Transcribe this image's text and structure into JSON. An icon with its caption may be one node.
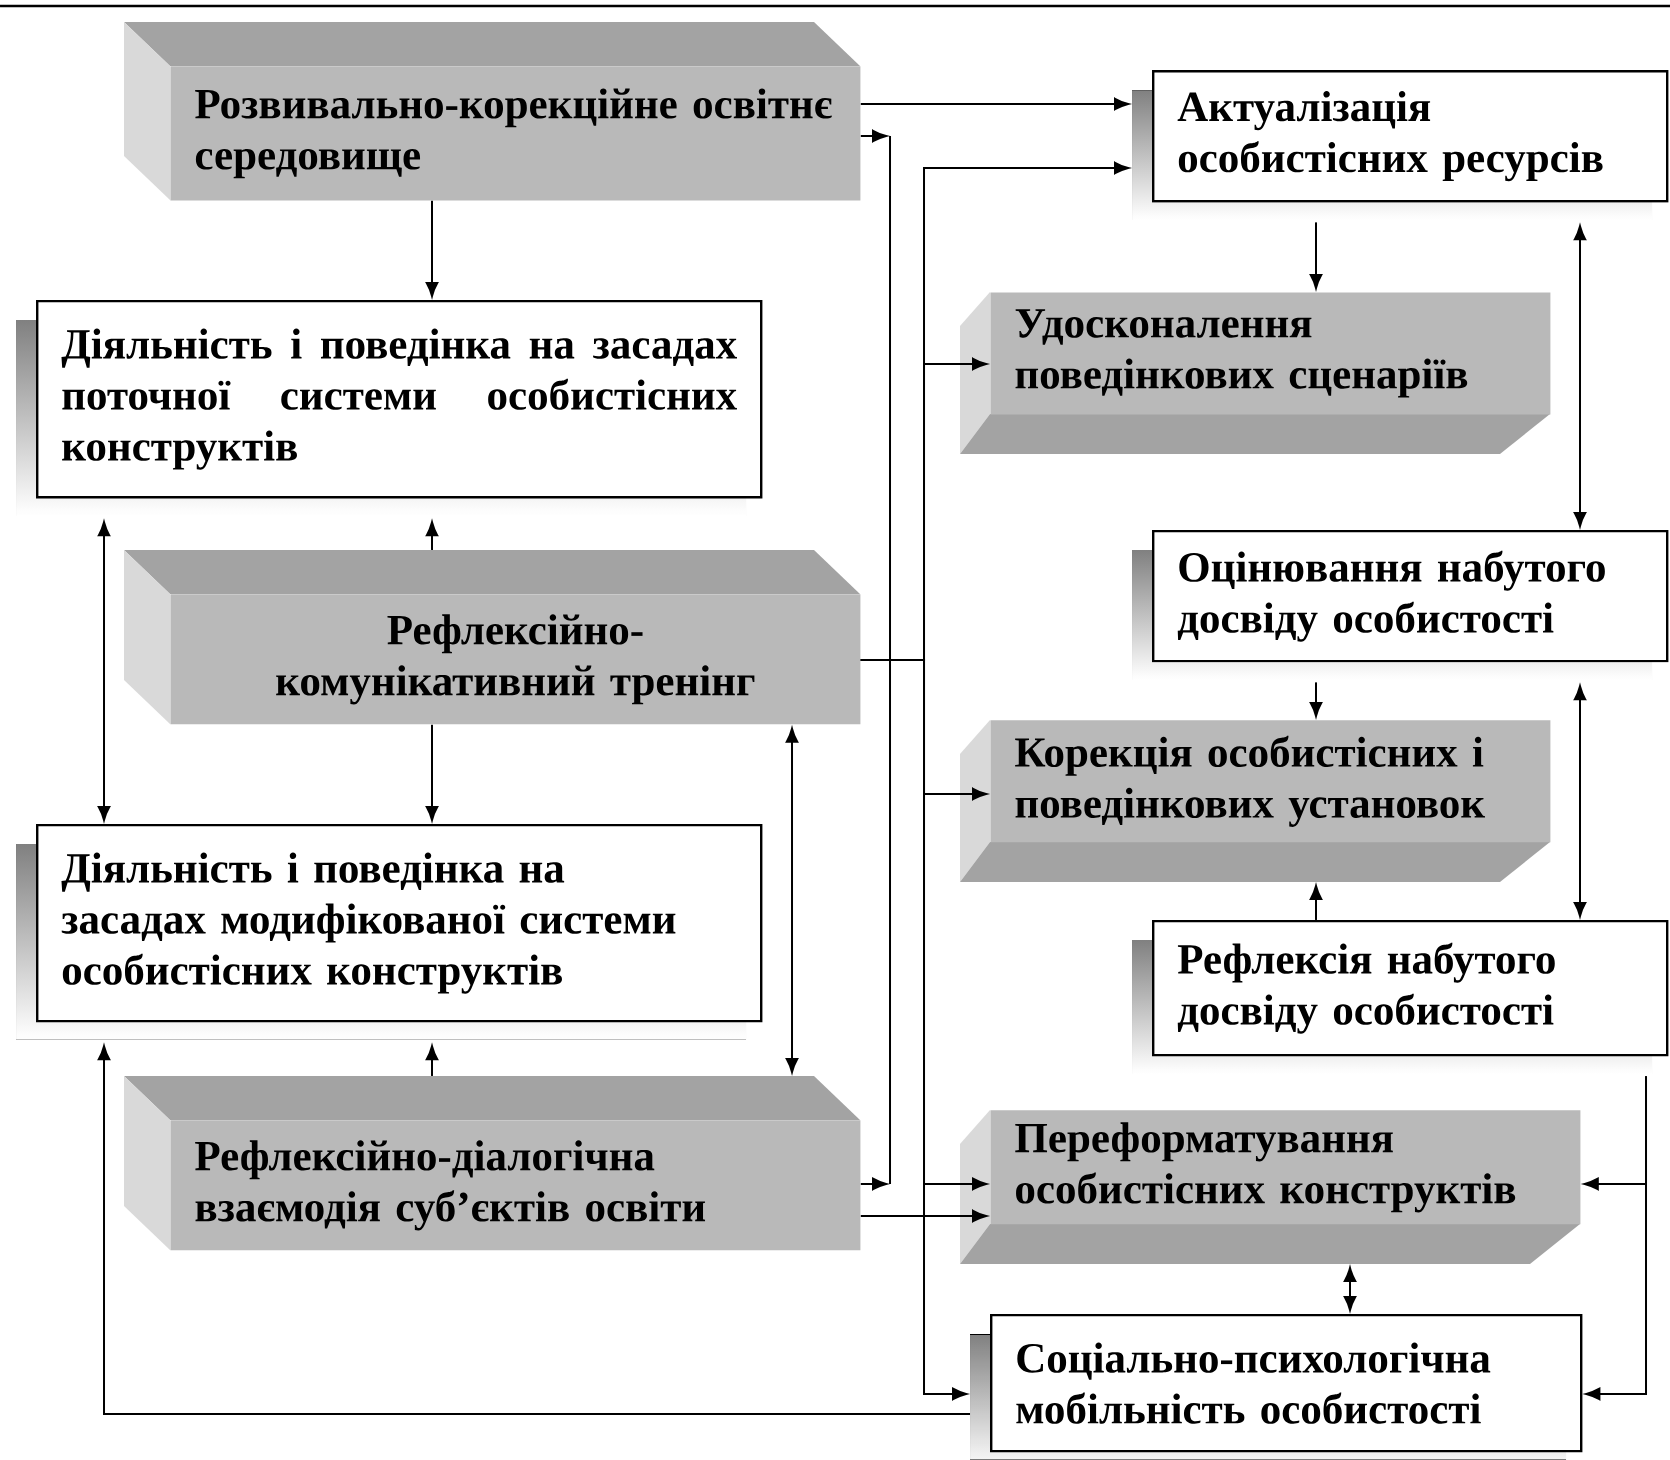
{
  "diagram": {
    "nodes": [
      {
        "text": [
          "Розвивально-корекційне освітнє середовище"
        ]
      },
      {
        "text": [
          "Актуалізація особистісних ресурсів"
        ]
      },
      {
        "text": [
          "Діяльність і поведінка на засадах поточної системи особистісних конструктів"
        ]
      },
      {
        "text": [
          "Удосконалення поведінкових сценаріїв"
        ]
      },
      {
        "text": [
          "Рефлексійно-комунікативний тренінг"
        ]
      },
      {
        "text": [
          "Оцінювання набутого досвіду особистості"
        ]
      },
      {
        "text": [
          "Корекція особистісних і поведінкових установок"
        ]
      },
      {
        "text": [
          "Діяльність і поведінка на засадах модифікованої системи особистісних конструктів"
        ]
      },
      {
        "text": [
          "Рефлексійно-діалогічна взаємодія суб’єктів освіти"
        ]
      },
      {
        "text": [
          "Рефлексія набутого досвіду особистості"
        ]
      },
      {
        "text": [
          "Переформатування особистісних конструктів"
        ]
      },
      {
        "text": [
          "Соціально-психологічна мобільність особистості"
        ]
      }
    ],
    "edges": [
      {
        "from": 0,
        "to": 1,
        "arrow": "to"
      },
      {
        "from": 0,
        "to": 2,
        "arrow": "to"
      },
      {
        "from": 0,
        "to": null,
        "arrow": "to"
      },
      {
        "from": 4,
        "to": 1,
        "arrow": "to"
      },
      {
        "from": 4,
        "to": 3,
        "arrow": "to"
      },
      {
        "from": 4,
        "to": 6,
        "arrow": "to"
      },
      {
        "from": 4,
        "to": 10,
        "arrow": "to"
      },
      {
        "from": 4,
        "to": 11,
        "arrow": "to"
      },
      {
        "from": 4,
        "to": 2,
        "arrow": "to"
      },
      {
        "from": 4,
        "to": 7,
        "arrow": "to"
      },
      {
        "from": 2,
        "to": 7,
        "arrow": "both"
      },
      {
        "from": 8,
        "to": 7,
        "arrow": "to"
      },
      {
        "from": 4,
        "to": 8,
        "arrow": "both"
      },
      {
        "from": 8,
        "to": 10,
        "arrow": "to"
      },
      {
        "from": 11,
        "to": 7,
        "arrow": "to"
      },
      {
        "from": 1,
        "to": 3,
        "arrow": "to"
      },
      {
        "from": 1,
        "to": 5,
        "arrow": "both"
      },
      {
        "from": 5,
        "to": 6,
        "arrow": "to"
      },
      {
        "from": 9,
        "to": 6,
        "arrow": "to"
      },
      {
        "from": 5,
        "to": 9,
        "arrow": "both"
      },
      {
        "from": 9,
        "to": 10,
        "arrow": "to"
      },
      {
        "from": 9,
        "to": 11,
        "arrow": "to"
      },
      {
        "from": 10,
        "to": 11,
        "arrow": "both"
      },
      {
        "from": 8,
        "to": null,
        "arrow": "to"
      }
    ]
  }
}
